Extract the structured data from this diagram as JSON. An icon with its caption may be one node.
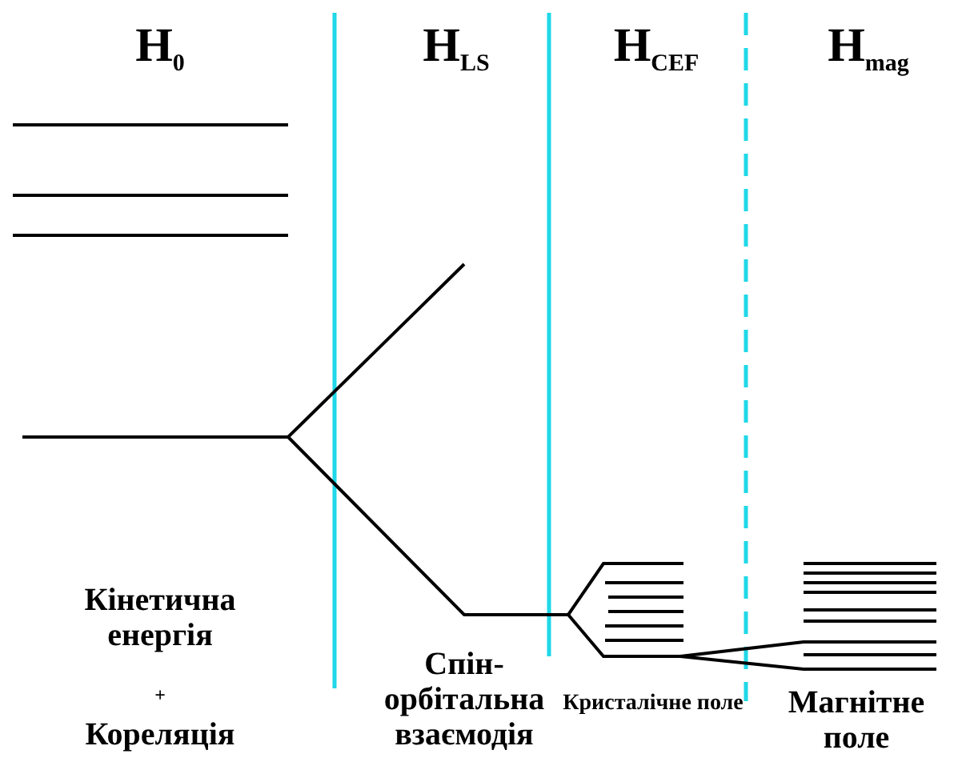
{
  "diagram": {
    "labels": [
      "H$_{0}$",
      "H$_{LS}$",
      "H$_{CEF}$",
      "H$_{mag}$",
      "Кінетична енергія",
      "+",
      "Кореляція",
      "Спін-орбітальна взаємодія",
      "Кристалічне поле",
      "Магнітне поле"
    ]
  }
}
